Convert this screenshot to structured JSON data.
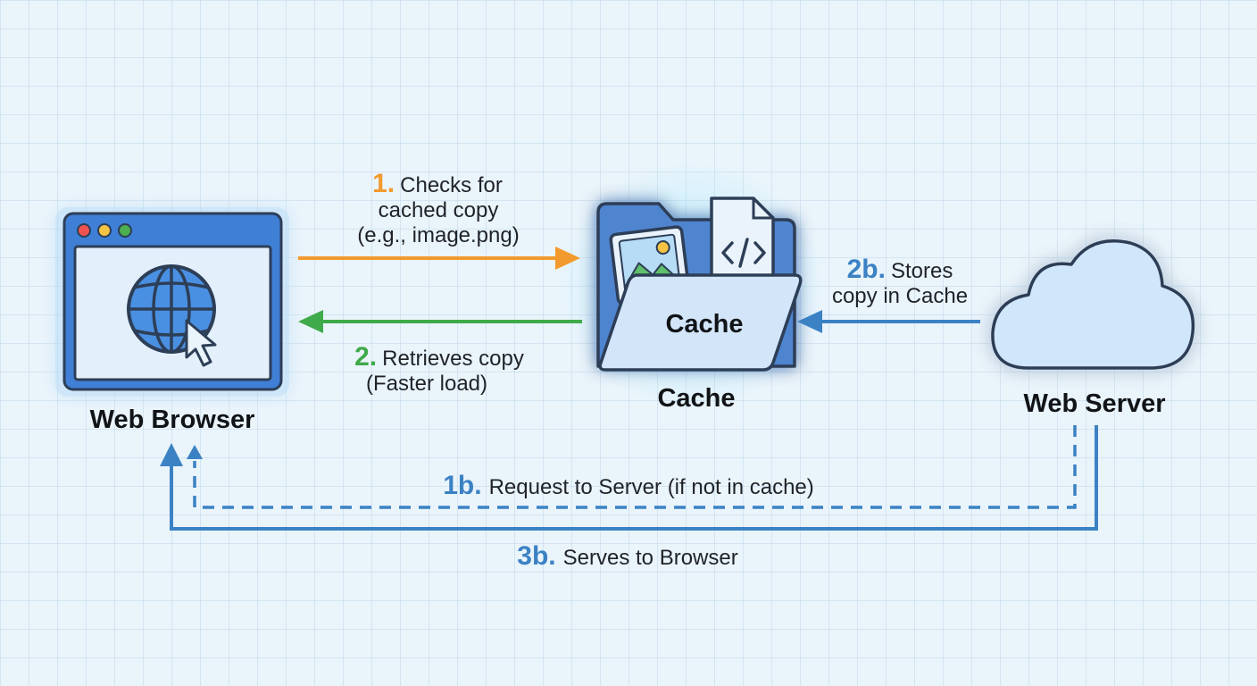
{
  "nodes": {
    "browser": {
      "label": "Web Browser"
    },
    "cache": {
      "label": "Cache",
      "folder_label": "Cache"
    },
    "server": {
      "label": "Web Server"
    }
  },
  "steps": {
    "check": {
      "number": "1.",
      "lines": [
        "Checks for",
        "cached copy",
        "(e.g., image.png)"
      ],
      "color": "#f29a2e"
    },
    "retrieve": {
      "number": "2.",
      "lines": [
        "Retrieves copy",
        "(Faster load)"
      ],
      "color": "#3faa4a"
    },
    "store": {
      "number": "2b.",
      "lines": [
        "Stores",
        "copy in Cache"
      ],
      "color": "#3b82c4"
    },
    "request": {
      "number": "1b.",
      "text": "Request to Server (if not in cache)",
      "color": "#3b82c4"
    },
    "serve": {
      "number": "3b.",
      "text": "Serves to Browser",
      "color": "#3b82c4"
    }
  },
  "colors": {
    "outline": "#2d3e57",
    "browser_blue": "#3f7fd6",
    "panel_fill": "#dcebfa",
    "cloud_fill": "#cfe6fb",
    "folder_fill": "#cfe1f6",
    "glow": "#4fd1f5"
  },
  "icons": {
    "browser": "browser-window-icon",
    "globe": "globe-icon",
    "cursor": "cursor-icon",
    "folder": "folder-icon",
    "image": "image-file-icon",
    "code": "code-file-icon",
    "cloud": "cloud-icon"
  }
}
